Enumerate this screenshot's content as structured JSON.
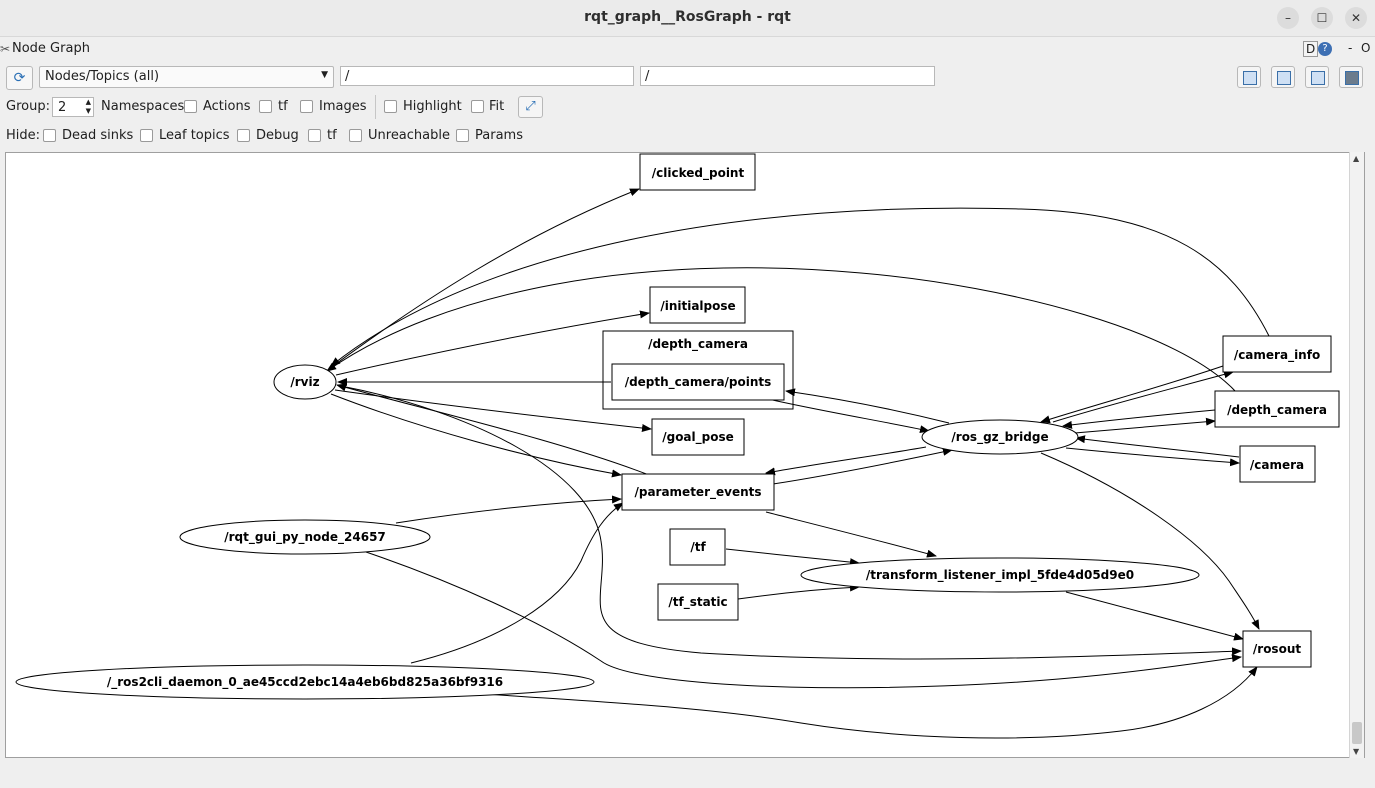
{
  "window": {
    "title": "rqt_graph__RosGraph - rqt",
    "controls": [
      "–",
      "☐",
      "✕"
    ]
  },
  "dock": {
    "title": "Node Graph",
    "right_d": "D",
    "right_help": "?",
    "right_dash": "-",
    "right_o": "O"
  },
  "toolbar": {
    "graph_mode": "Nodes/Topics (all)",
    "node_filter": "/",
    "topic_filter": "/"
  },
  "options": {
    "group_label": "Group:",
    "group_value": "2",
    "namespaces": "Namespaces",
    "actions": "Actions",
    "tf": "tf",
    "images": "Images",
    "highlight": "Highlight",
    "fit": "Fit"
  },
  "hide": {
    "label": "Hide:",
    "dead_sinks": "Dead sinks",
    "leaf_topics": "Leaf topics",
    "debug": "Debug",
    "tf": "tf",
    "unreachable": "Unreachable",
    "params": "Params"
  },
  "graph": {
    "topics": {
      "clicked_point": "/clicked_point",
      "initialpose": "/initialpose",
      "depth_camera_points": "/depth_camera/points",
      "goal_pose": "/goal_pose",
      "parameter_events": "/parameter_events",
      "tf": "/tf",
      "tf_static": "/tf_static",
      "camera_info": "/camera_info",
      "depth_camera": "/depth_camera",
      "camera": "/camera",
      "rosout": "/rosout"
    },
    "namespace_box": "/depth_camera",
    "nodes": {
      "rviz": "/rviz",
      "rqt_gui": "/rqt_gui_py_node_24657",
      "ros2cli_daemon": "/_ros2cli_daemon_0_ae45ccd2ebc14a4eb6bd825a36bf9316",
      "ros_gz_bridge": "/ros_gz_bridge",
      "transform_listener": "/transform_listener_impl_5fde4d05d9e0"
    }
  }
}
